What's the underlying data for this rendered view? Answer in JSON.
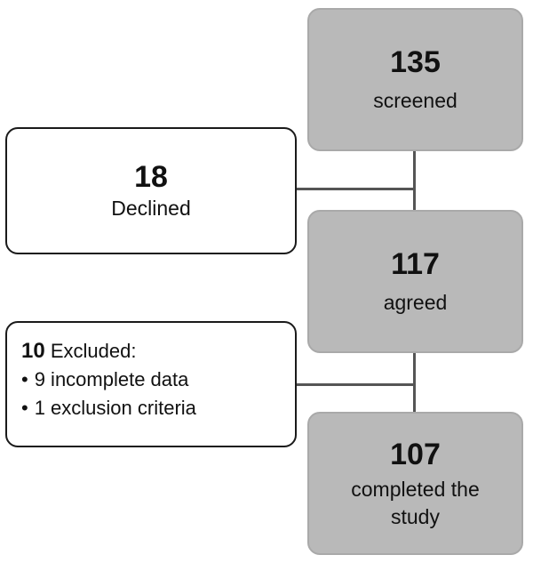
{
  "screened": {
    "count": "135",
    "label": "screened"
  },
  "declined": {
    "count": "18",
    "label": "Declined"
  },
  "agreed": {
    "count": "117",
    "label": "agreed"
  },
  "excluded": {
    "count": "10",
    "label": "Excluded:",
    "reasons": [
      "9 incomplete data",
      "1 exclusion criteria"
    ]
  },
  "completed": {
    "count": "107",
    "label_line1": "completed the",
    "label_line2": "study"
  }
}
